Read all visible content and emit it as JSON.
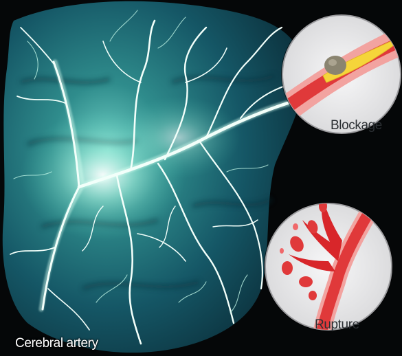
{
  "labels": {
    "main": "Cerebral artery",
    "top_inset": "Blockage",
    "bottom_inset": "Rupture"
  },
  "colors": {
    "background": "#050708",
    "tissue_dark": "#0f3a45",
    "tissue_teal": "#2f8c8c",
    "vessel_glow": "#e8fff6",
    "artery_red": "#e0393a",
    "artery_wall": "#f2a3a0",
    "plaque_yellow": "#f5d53a",
    "clot_gray": "#8a8470",
    "inset_bg": "#eeeeef"
  },
  "icons": {
    "top_inset": "artery-blockage-icon",
    "bottom_inset": "artery-rupture-icon"
  }
}
